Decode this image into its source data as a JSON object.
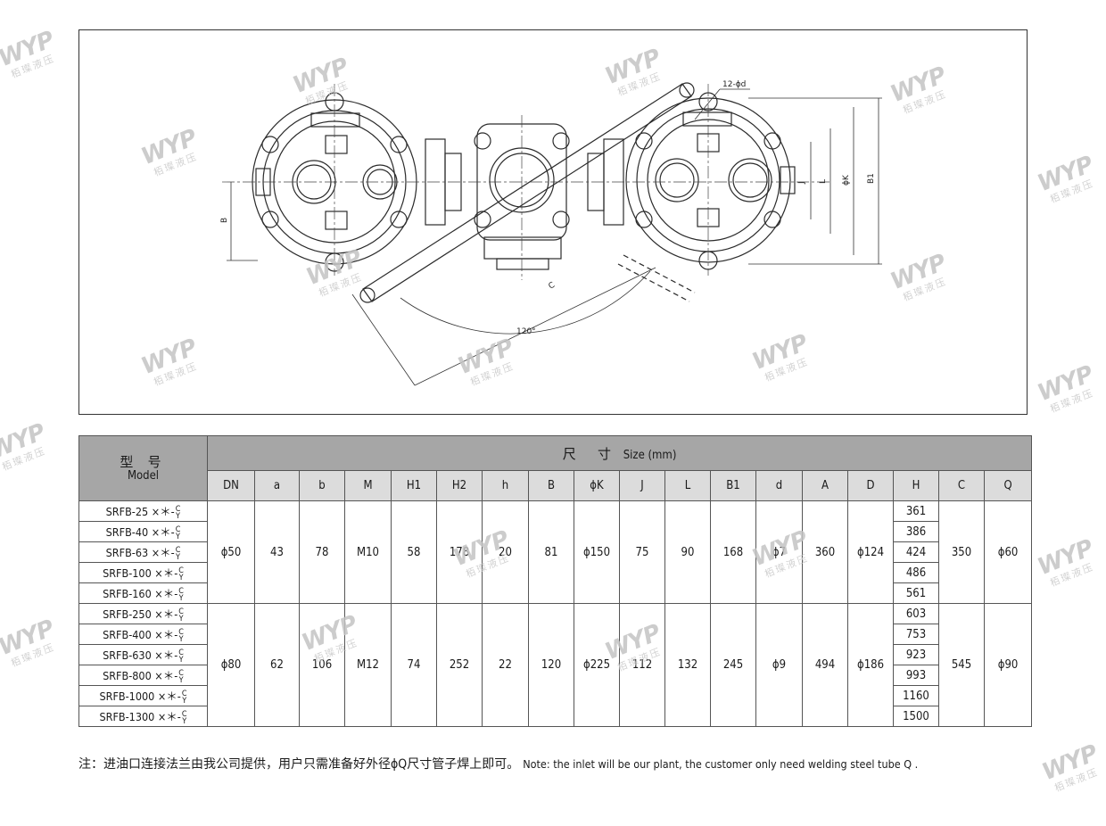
{
  "drawing": {
    "labels": {
      "holes": "12-ϕd",
      "j": "J",
      "l": "L",
      "phik": "ϕK",
      "b1": "B1",
      "b": "B",
      "c": "C",
      "angle": "120°"
    }
  },
  "table": {
    "header": {
      "model_zh": "型 号",
      "model_en": "Model",
      "size_zh": "尺 寸",
      "size_en": "Size (mm)",
      "columns": [
        "DN",
        "a",
        "b",
        "M",
        "H1",
        "H2",
        "h",
        "B",
        "ϕK",
        "J",
        "L",
        "B1",
        "d",
        "A",
        "D",
        "H",
        "C",
        "Q"
      ]
    },
    "groups": [
      {
        "models": [
          "SRFB-25 ×＊-",
          "SRFB-40 ×＊-",
          "SRFB-63 ×＊-",
          "SRFB-100 ×＊-",
          "SRFB-160 ×＊-"
        ],
        "shared": [
          "ϕ50",
          "43",
          "78",
          "M10",
          "58",
          "178",
          "20",
          "81",
          "ϕ150",
          "75",
          "90",
          "168",
          "ϕ7",
          "360",
          "ϕ124"
        ],
        "H": [
          "361",
          "386",
          "424",
          "486",
          "561"
        ],
        "C": "350",
        "Q": "ϕ60"
      },
      {
        "models": [
          "SRFB-250 ×＊-",
          "SRFB-400 ×＊-",
          "SRFB-630 ×＊-",
          "SRFB-800 ×＊-",
          "SRFB-1000 ×＊-",
          "SRFB-1300 ×＊-"
        ],
        "shared": [
          "ϕ80",
          "62",
          "106",
          "M12",
          "74",
          "252",
          "22",
          "120",
          "ϕ225",
          "112",
          "132",
          "245",
          "ϕ9",
          "494",
          "ϕ186"
        ],
        "H": [
          "603",
          "753",
          "923",
          "993",
          "1160",
          "1500"
        ],
        "C": "545",
        "Q": "ϕ90"
      }
    ],
    "suffix": {
      "top": "C",
      "bottom": "Y"
    }
  },
  "note": {
    "zh": "注：进油口连接法兰由我公司提供，用户只需准备好外径ϕQ尺寸管子焊上即可。",
    "en": "Note:  the inlet will be our plant, the customer only need welding steel tube Q ."
  },
  "watermark": {
    "logo": "WYP",
    "text": "栢璨液压"
  }
}
